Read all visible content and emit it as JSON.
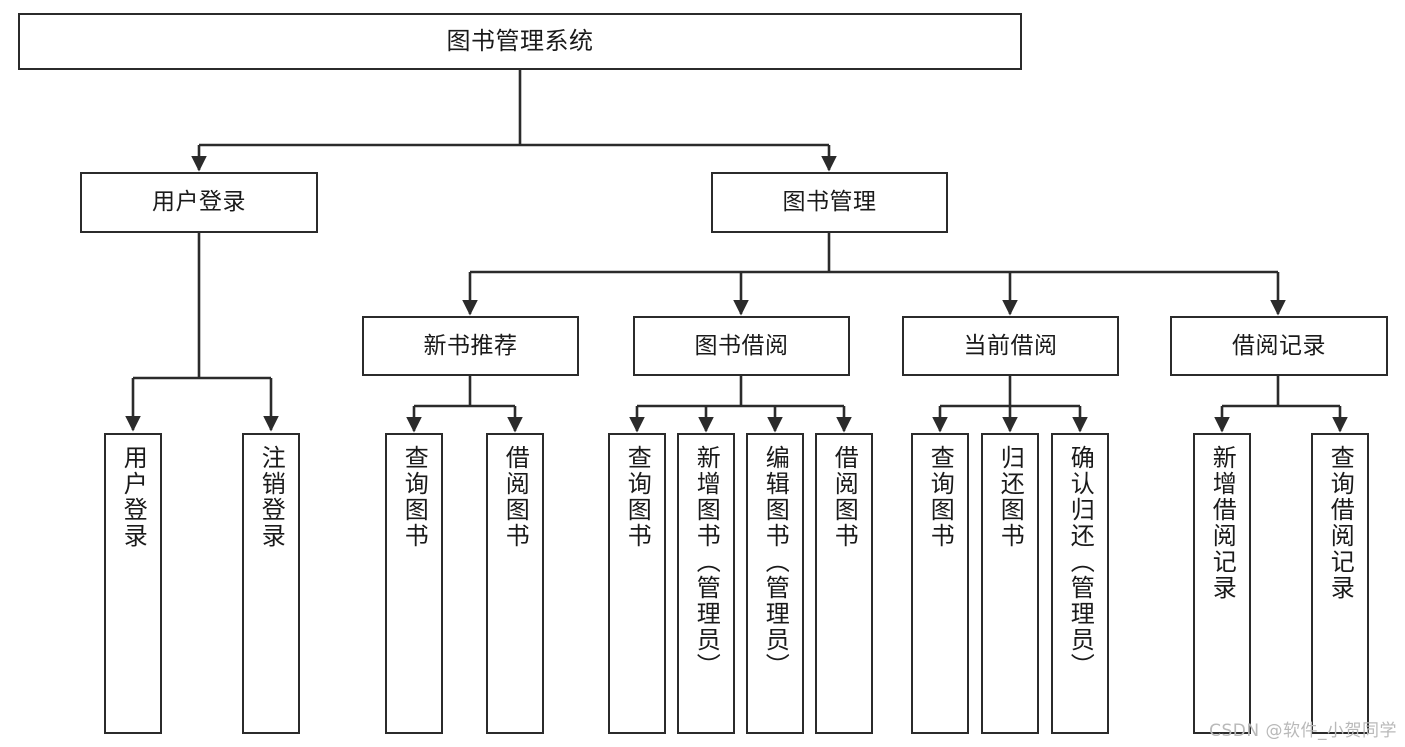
{
  "diagram": {
    "title": "图书管理系统",
    "type": "tree-hierarchy-chart",
    "watermark": "CSDN @软件_小贺同学",
    "colors": {
      "node_border": "#2b2b2b",
      "node_fill": "#ffffff",
      "link": "#2b2b2b",
      "text": "#1a1a1a",
      "watermark": "#b9b9b9"
    },
    "root": {
      "label": "图书管理系统"
    },
    "level2": [
      {
        "label": "用户登录"
      },
      {
        "label": "图书管理"
      }
    ],
    "level3": [
      {
        "label": "新书推荐"
      },
      {
        "label": "图书借阅"
      },
      {
        "label": "当前借阅"
      },
      {
        "label": "借阅记录"
      }
    ],
    "leaves": {
      "user_login": [
        {
          "label": "用户登录"
        },
        {
          "label": "注销登录"
        }
      ],
      "new_book_recommend": [
        {
          "label": "查询图书"
        },
        {
          "label": "借阅图书"
        }
      ],
      "book_borrow": [
        {
          "label": "查询图书"
        },
        {
          "label": "新增图书（管理员）"
        },
        {
          "label": "编辑图书（管理员）"
        },
        {
          "label": "借阅图书"
        }
      ],
      "current_borrow": [
        {
          "label": "查询图书"
        },
        {
          "label": "归还图书"
        },
        {
          "label": "确认归还（管理员）"
        }
      ],
      "borrow_record": [
        {
          "label": "新增借阅记录"
        },
        {
          "label": "查询借阅记录"
        }
      ]
    }
  }
}
